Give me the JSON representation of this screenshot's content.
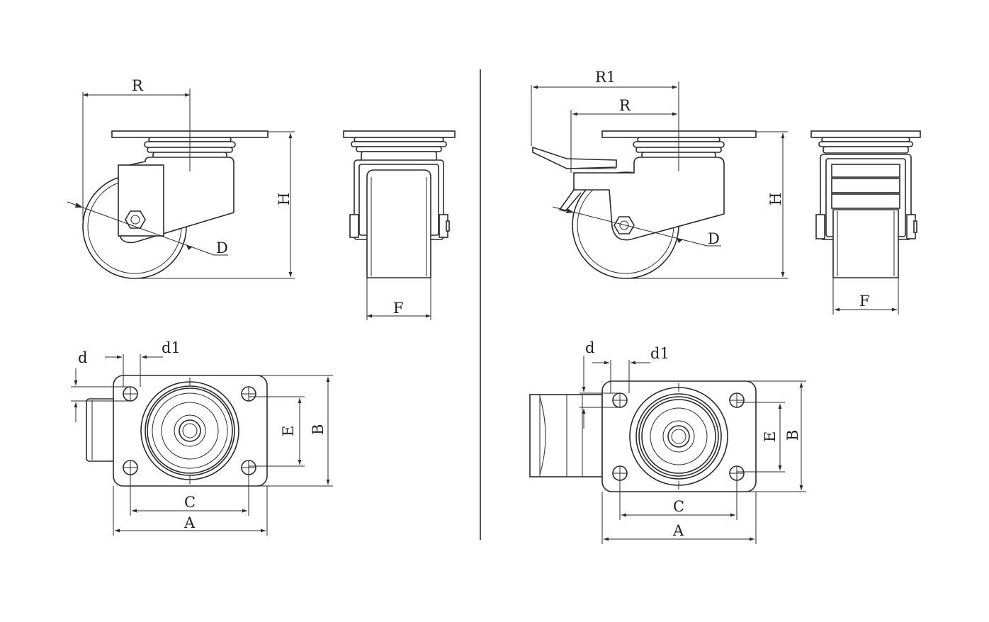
{
  "colors": {
    "line": "#2a2a2a",
    "background": "#ffffff"
  },
  "labels": {
    "left": {
      "side": {
        "R": "R",
        "H": "H",
        "D": "D"
      },
      "front": {
        "F": "F"
      },
      "top": {
        "d": "d",
        "d1": "d1",
        "E": "E",
        "B": "B",
        "C": "C",
        "A": "A"
      }
    },
    "right": {
      "side": {
        "R1": "R1",
        "R": "R",
        "H": "H",
        "D": "D"
      },
      "front": {
        "F": "F"
      },
      "top": {
        "d": "d",
        "d1": "d1",
        "E": "E",
        "B": "B",
        "C": "C",
        "A": "A"
      }
    }
  }
}
